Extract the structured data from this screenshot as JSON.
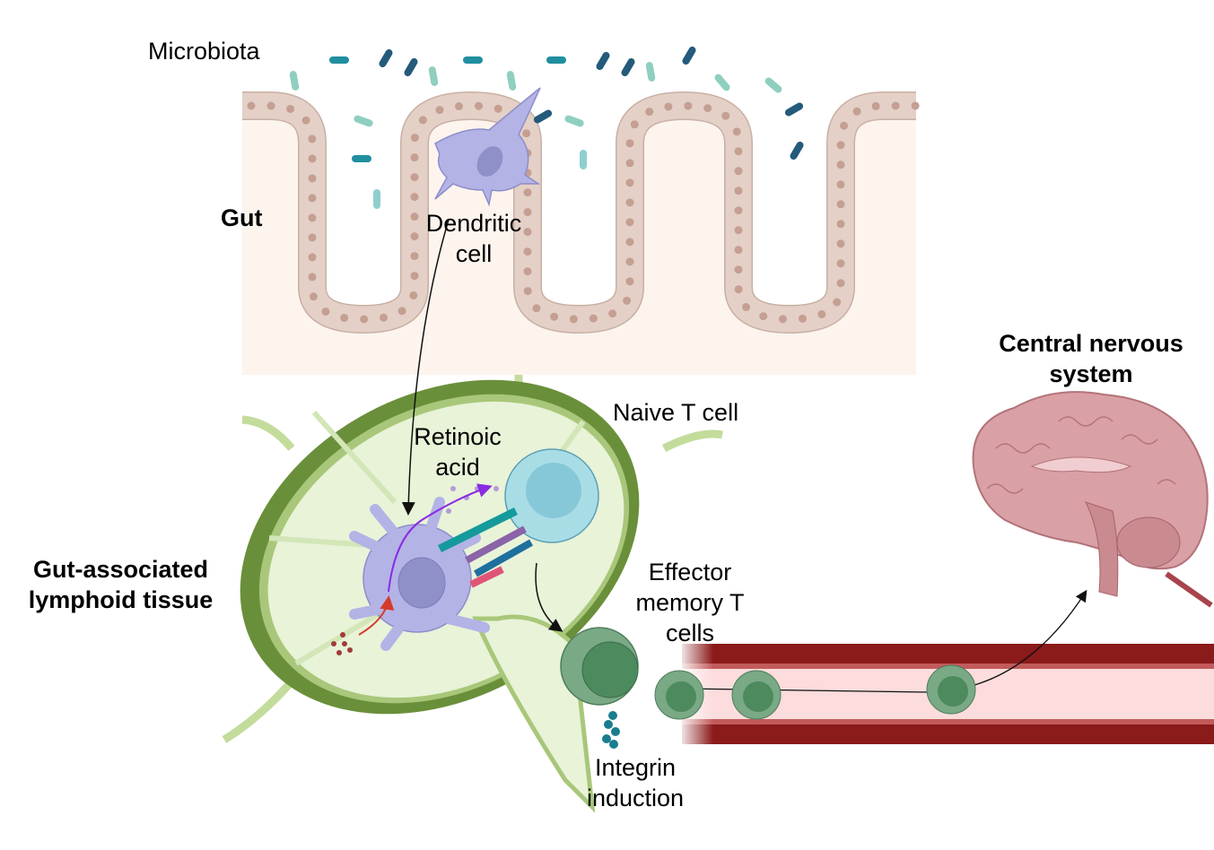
{
  "labels": {
    "microbiota": "Microbiota",
    "gut": "Gut",
    "dendritic_cell": [
      "Dendritic",
      "cell"
    ],
    "retinoic_acid": [
      "Retinoic",
      "acid"
    ],
    "naive_t_cell": "Naive T cell",
    "galt": [
      "Gut-associated",
      "lymphoid tissue"
    ],
    "effector_memory": [
      "Effector",
      "memory T",
      "cells"
    ],
    "integrin": [
      "Integrin",
      "induction"
    ],
    "cns": [
      "Central nervous",
      "system"
    ]
  },
  "colors": {
    "gut_background": "#fdf4ee",
    "epithelium": "#e4d0c6",
    "epithelium_nuclei": "#c49f92",
    "dendritic_cell": "#b3b3e6",
    "lymph_node_rim": "#6a8f3a",
    "lymph_node_inner": "#e8f3d8",
    "naive_t_cell": "#a9dde6",
    "effector_t_cell": "#79a985",
    "vessel_wall": "#8b1a1a",
    "vessel_lumen": "#fcdcdc",
    "brain": "#d9a0a5"
  }
}
